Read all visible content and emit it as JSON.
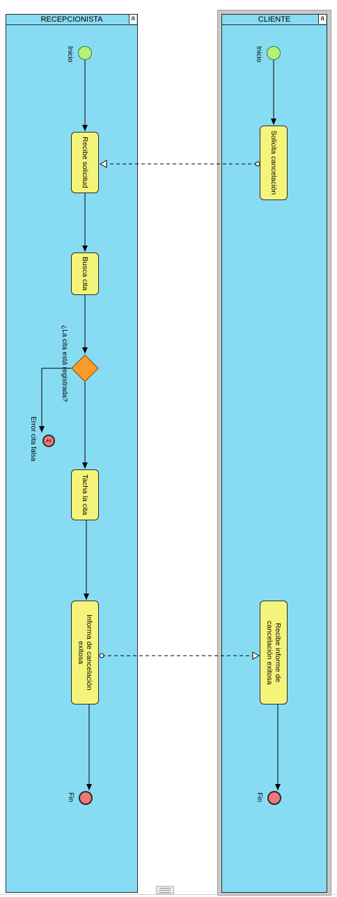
{
  "pools": {
    "left": {
      "title": "RECEPCIONISTA",
      "corner": "a"
    },
    "right": {
      "title": "CLIENTE",
      "corner": "a"
    }
  },
  "events": {
    "left_start": "Inicio",
    "right_start": "Inicio",
    "error_label": "Error cita falsa",
    "left_end": "Fin",
    "right_end": "Fin"
  },
  "tasks": {
    "recibe_solicitud": "Recibe solicitud",
    "busca_cita": "Busca cita",
    "tacha_cita": "Tacha la cita",
    "informa": "Informa de cancelación\nexitosa",
    "solicita_cancelacion": "Solicita cancelación",
    "recibe_informe": "Recibe informe de\ncancelación exitosa"
  },
  "gateway": {
    "label": "¿La cita está registrada?"
  },
  "colors": {
    "pool": "#87dcf3",
    "task": "#f4f47a",
    "start": "#b6f07a",
    "end": "#f07878",
    "gateway": "#f99a2a"
  },
  "icons": {
    "error_event": "lightning-error-icon",
    "bottom_handle": "resize-handle-icon"
  }
}
